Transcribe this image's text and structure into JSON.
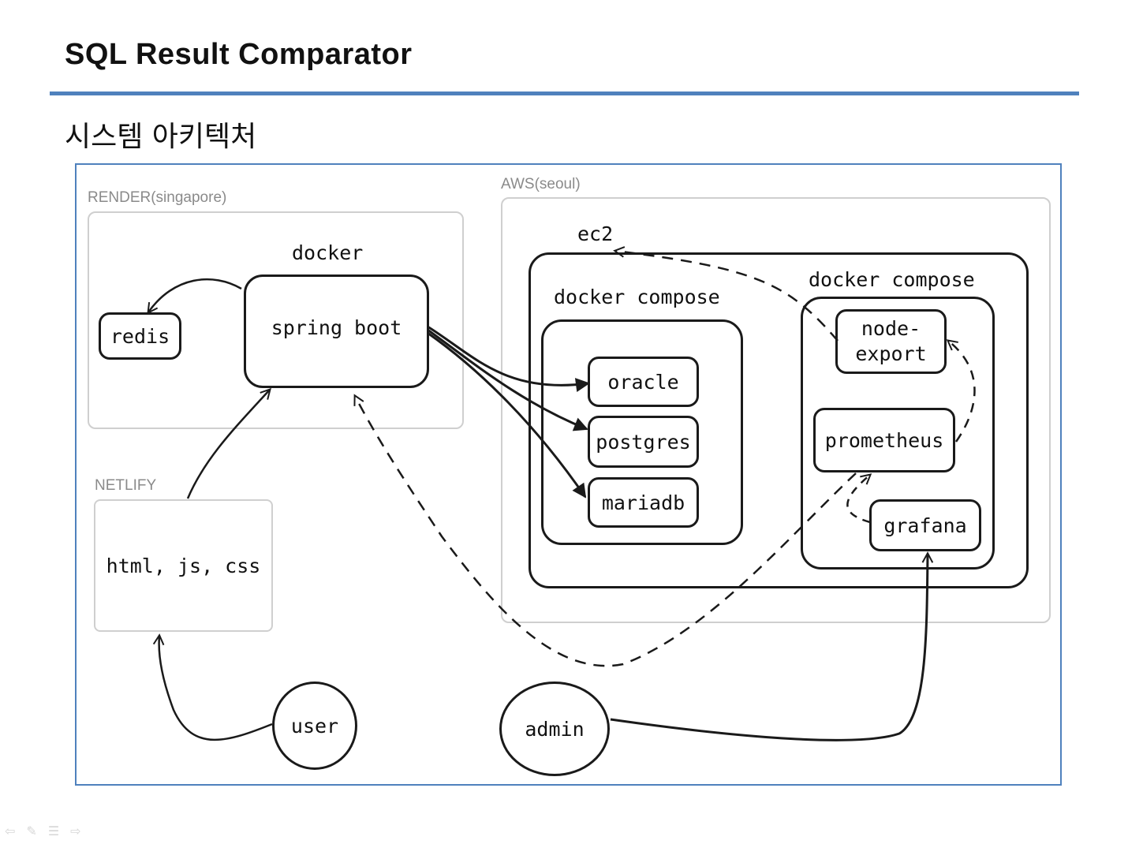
{
  "slide": {
    "title": "SQL Result Comparator",
    "subtitle": "시스템 아키텍처"
  },
  "regions": {
    "render": "RENDER(singapore)",
    "aws": "AWS(seoul)",
    "netlify": "NETLIFY"
  },
  "labels": {
    "docker": "docker",
    "ec2": "ec2",
    "compose_db": "docker compose",
    "compose_monitor": "docker compose"
  },
  "nodes": {
    "redis": "redis",
    "spring_boot": "spring boot",
    "frontend": "html, js, css",
    "oracle": "oracle",
    "postgres": "postgres",
    "mariadb": "mariadb",
    "node_export_1": "node-",
    "node_export_2": "export",
    "prometheus": "prometheus",
    "grafana": "grafana",
    "user": "user",
    "admin": "admin"
  },
  "nav_icons": [
    "back-arrow-icon",
    "pen-icon",
    "menu-icon",
    "forward-arrow-icon"
  ]
}
